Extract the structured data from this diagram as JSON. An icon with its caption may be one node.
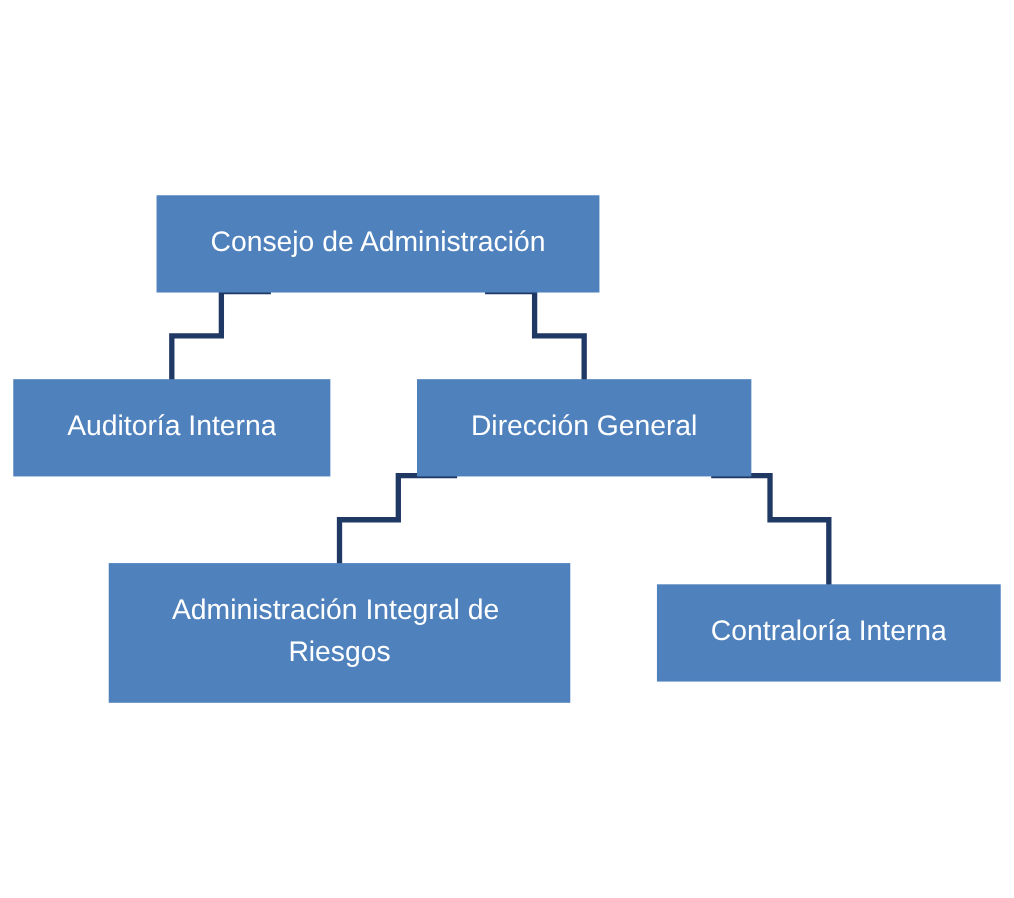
{
  "diagram": {
    "nodes": [
      {
        "text": [
          "Consejo de Administración"
        ]
      },
      {
        "text": [
          "Auditoría Interna"
        ]
      },
      {
        "text": [
          "Dirección General"
        ]
      },
      {
        "text": [
          "Administración Integral de Riesgos"
        ]
      },
      {
        "text": [
          "Contraloría Interna"
        ]
      }
    ],
    "edges": [
      {
        "from": 0,
        "to": 2,
        "arrow": "none"
      },
      {
        "from": 0,
        "to": 1,
        "arrow": "none"
      },
      {
        "from": 2,
        "to": 3,
        "arrow": "none"
      },
      {
        "from": 2,
        "to": 4,
        "arrow": "none"
      }
    ]
  }
}
